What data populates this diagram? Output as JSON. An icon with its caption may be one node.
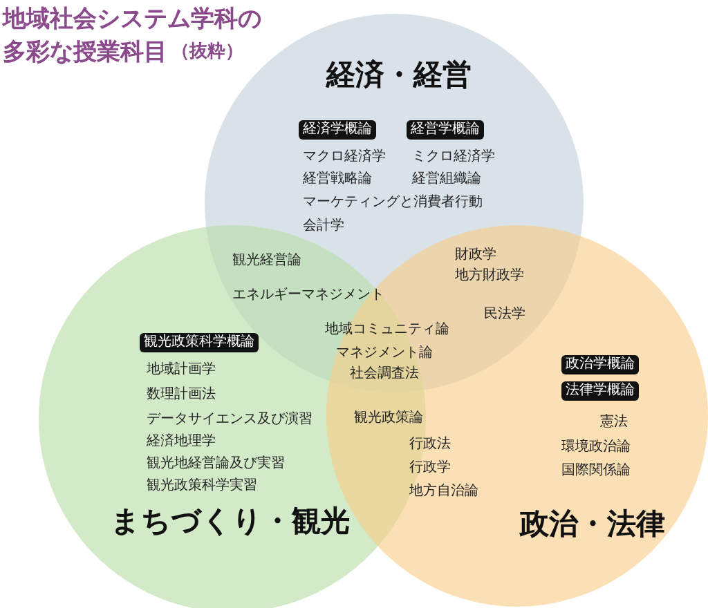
{
  "diagram": {
    "title": "地域社会システム学科の多彩な授業科目",
    "nodes": [
      {
        "text": [
          "経済・経営"
        ]
      },
      {
        "text": [
          "まちづくり・観光"
        ]
      },
      {
        "text": [
          "政治・法律"
        ]
      },
      {
        "text": [
          "経済学概論"
        ],
        "in": 0
      },
      {
        "text": [
          "経営学概論"
        ],
        "in": 0
      },
      {
        "text": [
          "観光政策科学概論"
        ],
        "in": 1
      },
      {
        "text": [
          "政治学概論"
        ],
        "in": 2
      },
      {
        "text": [
          "法律学概論"
        ],
        "in": 2
      }
    ],
    "labels": [
      "（抜粋）",
      "マクロ経済学",
      "ミクロ経済学",
      "経営戦略論",
      "経営組織論",
      "マーケティングと消費者行動",
      "会計学",
      "観光経営論",
      "財政学",
      "地方財政学",
      "エネルギーマネジメント",
      "民法学",
      "地域コミュニティ論",
      "マネジメント論",
      "社会調査法",
      "地域計画学",
      "数理計画法",
      "データサイエンス及び演習",
      "経済地理学",
      "観光地経営論及び実習",
      "観光政策科学実習",
      "観光政策論",
      "行政法",
      "行政学",
      "地方自治論",
      "憲法",
      "環境政治論",
      "国際関係論"
    ]
  }
}
